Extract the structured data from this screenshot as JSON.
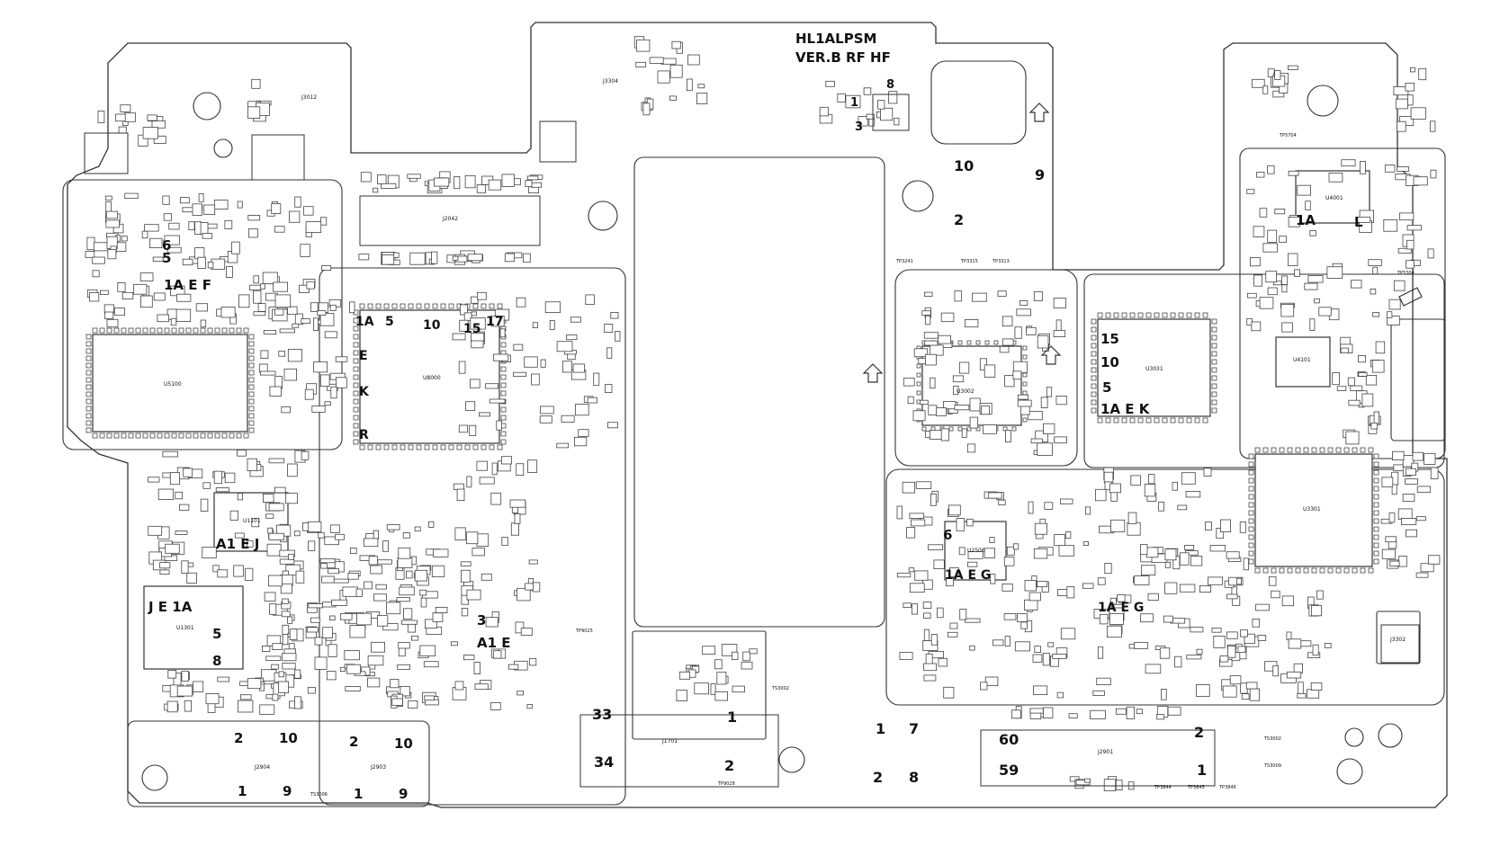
{
  "diagram": {
    "header": {
      "line1": "HL1ALPSM",
      "line2": "VER.B  RF  HF"
    },
    "colors": {
      "background": "#ffffff",
      "outline": "#333333",
      "component": "#444444",
      "text": "#111111"
    },
    "large_components": [
      {
        "id": "u5100",
        "label": "U5100"
      },
      {
        "id": "u8000",
        "label": "U8000"
      },
      {
        "id": "u1301",
        "label": "U1301"
      },
      {
        "id": "u1101",
        "label": "U1101"
      },
      {
        "id": "u3002",
        "label": "U3002"
      },
      {
        "id": "u3031",
        "label": "U3031"
      },
      {
        "id": "u3301",
        "label": "U3301"
      },
      {
        "id": "u2506",
        "label": "U2506"
      },
      {
        "id": "u4101",
        "label": "U4101"
      },
      {
        "id": "u4001",
        "label": "U4001"
      },
      {
        "id": "j2042",
        "label": "J2042"
      },
      {
        "id": "j1701",
        "label": "J1701"
      },
      {
        "id": "j2901",
        "label": "J2901"
      },
      {
        "id": "j2904",
        "label": "J2904"
      },
      {
        "id": "j2903",
        "label": "J2903"
      },
      {
        "id": "j3302",
        "label": "J3302"
      },
      {
        "id": "j3012",
        "label": "J3012"
      },
      {
        "id": "j3304",
        "label": "J3304"
      }
    ],
    "pin_labels": [
      {
        "id": "p1",
        "text": "1A"
      },
      {
        "id": "p2",
        "text": "E"
      },
      {
        "id": "p3",
        "text": "K"
      },
      {
        "id": "p4",
        "text": "R"
      },
      {
        "id": "p5",
        "text": "5"
      },
      {
        "id": "p6",
        "text": "10"
      },
      {
        "id": "p7",
        "text": "15"
      },
      {
        "id": "p8",
        "text": "17"
      },
      {
        "id": "p9",
        "text": "15"
      },
      {
        "id": "p10",
        "text": "10"
      },
      {
        "id": "p11",
        "text": "5"
      },
      {
        "id": "p12",
        "text": "1A E K"
      },
      {
        "id": "p13",
        "text": "1A E G"
      },
      {
        "id": "p14",
        "text": "1A E G"
      },
      {
        "id": "p15",
        "text": "J E 1A"
      },
      {
        "id": "p16",
        "text": "A1 E J"
      },
      {
        "id": "p17",
        "text": "1A E F"
      },
      {
        "id": "p18",
        "text": "2"
      },
      {
        "id": "p19",
        "text": "10"
      },
      {
        "id": "p20",
        "text": "1"
      },
      {
        "id": "p21",
        "text": "9"
      },
      {
        "id": "p22",
        "text": "2"
      },
      {
        "id": "p23",
        "text": "10"
      },
      {
        "id": "p24",
        "text": "1"
      },
      {
        "id": "p25",
        "text": "9"
      },
      {
        "id": "p26",
        "text": "33"
      },
      {
        "id": "p27",
        "text": "1"
      },
      {
        "id": "p28",
        "text": "34"
      },
      {
        "id": "p29",
        "text": "2"
      },
      {
        "id": "p30",
        "text": "1"
      },
      {
        "id": "p31",
        "text": "7"
      },
      {
        "id": "p32",
        "text": "2"
      },
      {
        "id": "p33",
        "text": "8"
      },
      {
        "id": "p34",
        "text": "60"
      },
      {
        "id": "p35",
        "text": "2"
      },
      {
        "id": "p36",
        "text": "59"
      },
      {
        "id": "p37",
        "text": "1"
      },
      {
        "id": "p38",
        "text": "10"
      },
      {
        "id": "p39",
        "text": "9"
      },
      {
        "id": "p40",
        "text": "2"
      },
      {
        "id": "p41",
        "text": "1A"
      },
      {
        "id": "p42",
        "text": "L"
      },
      {
        "id": "p43",
        "text": "6"
      },
      {
        "id": "p44",
        "text": "5"
      },
      {
        "id": "p45",
        "text": "A1 E"
      },
      {
        "id": "p46",
        "text": "3"
      },
      {
        "id": "p47",
        "text": "6"
      },
      {
        "id": "p48",
        "text": "5"
      },
      {
        "id": "p49",
        "text": "8"
      },
      {
        "id": "p50",
        "text": "1"
      },
      {
        "id": "p51",
        "text": "8"
      },
      {
        "id": "p52",
        "text": "3"
      }
    ],
    "test_points": [
      {
        "id": "tp1",
        "text": "TP9025"
      },
      {
        "id": "tp2",
        "text": "TP9028"
      },
      {
        "id": "tp3",
        "text": "TS3002"
      },
      {
        "id": "tp4",
        "text": "TP3241"
      },
      {
        "id": "tp5",
        "text": "TP3315"
      },
      {
        "id": "tp6",
        "text": "TP3313"
      },
      {
        "id": "tp7",
        "text": "TP5704"
      },
      {
        "id": "tp8",
        "text": "TP5304"
      },
      {
        "id": "tp9",
        "text": "TS3006"
      },
      {
        "id": "tp10",
        "text": "TP3844"
      },
      {
        "id": "tp11",
        "text": "TP3845"
      },
      {
        "id": "tp12",
        "text": "TP3846"
      },
      {
        "id": "tp13",
        "text": "TS3002"
      },
      {
        "id": "tp14",
        "text": "TS3009"
      }
    ]
  }
}
